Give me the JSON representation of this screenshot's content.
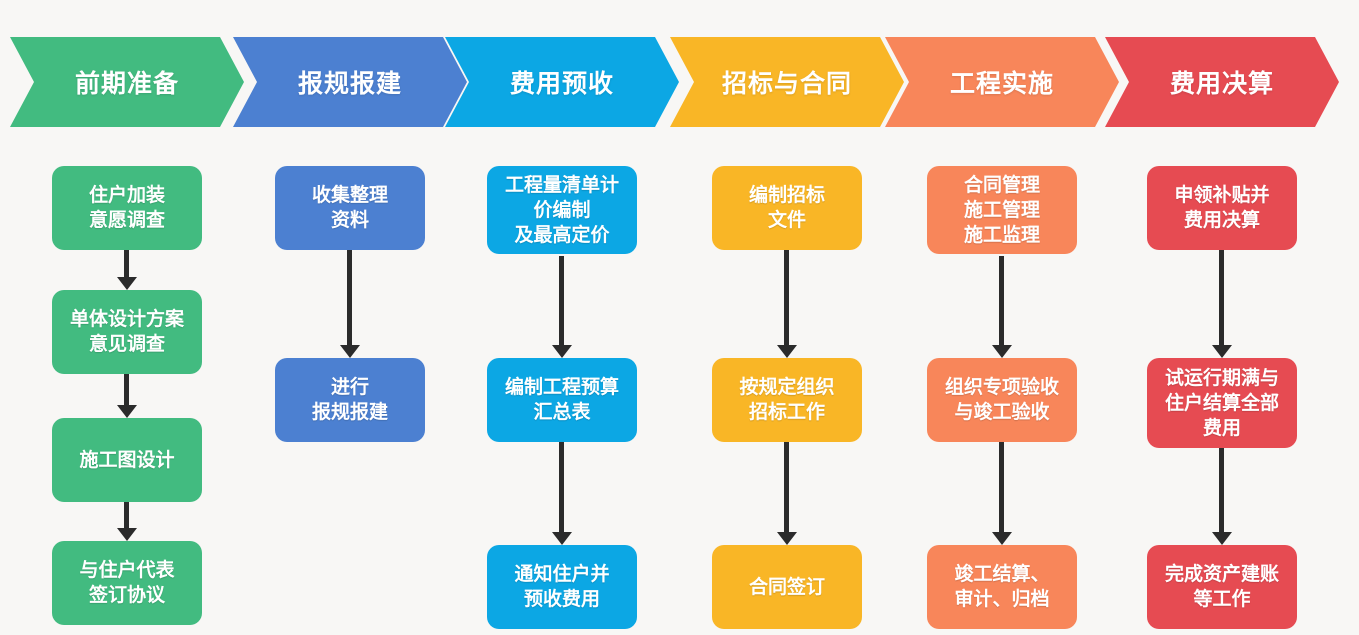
{
  "page": {
    "background_color": "#f8f7f5",
    "arrow_color": "#2b2b2b",
    "text_color": "#ffffff"
  },
  "stages": [
    {
      "label": "前期准备",
      "color": "#42bb80",
      "steps": [
        "住户加装\n意愿调查",
        "单体设计方案\n意见调查",
        "施工图设计",
        "与住户代表\n签订协议"
      ]
    },
    {
      "label": "报规报建",
      "color": "#4c80d1",
      "steps": [
        "收集整理\n资料",
        "进行\n报规报建"
      ]
    },
    {
      "label": "费用预收",
      "color": "#0ca7e4",
      "steps": [
        "工程量清单计\n价编制\n及最高定价",
        "编制工程预算\n汇总表",
        "通知住户并\n预收费用"
      ]
    },
    {
      "label": "招标与合同",
      "color": "#f9b626",
      "steps": [
        "编制招标\n文件",
        "按规定组织\n招标工作",
        "合同签订"
      ]
    },
    {
      "label": "工程实施",
      "color": "#f8865a",
      "steps": [
        "合同管理\n施工管理\n施工监理",
        "组织专项验收\n与竣工验收",
        "竣工结算、\n审计、归档"
      ]
    },
    {
      "label": "费用决算",
      "color": "#e64b52",
      "steps": [
        "申领补贴并\n费用决算",
        "试运行期满与\n住户结算全部\n费用",
        "完成资产建账\n等工作"
      ]
    }
  ]
}
